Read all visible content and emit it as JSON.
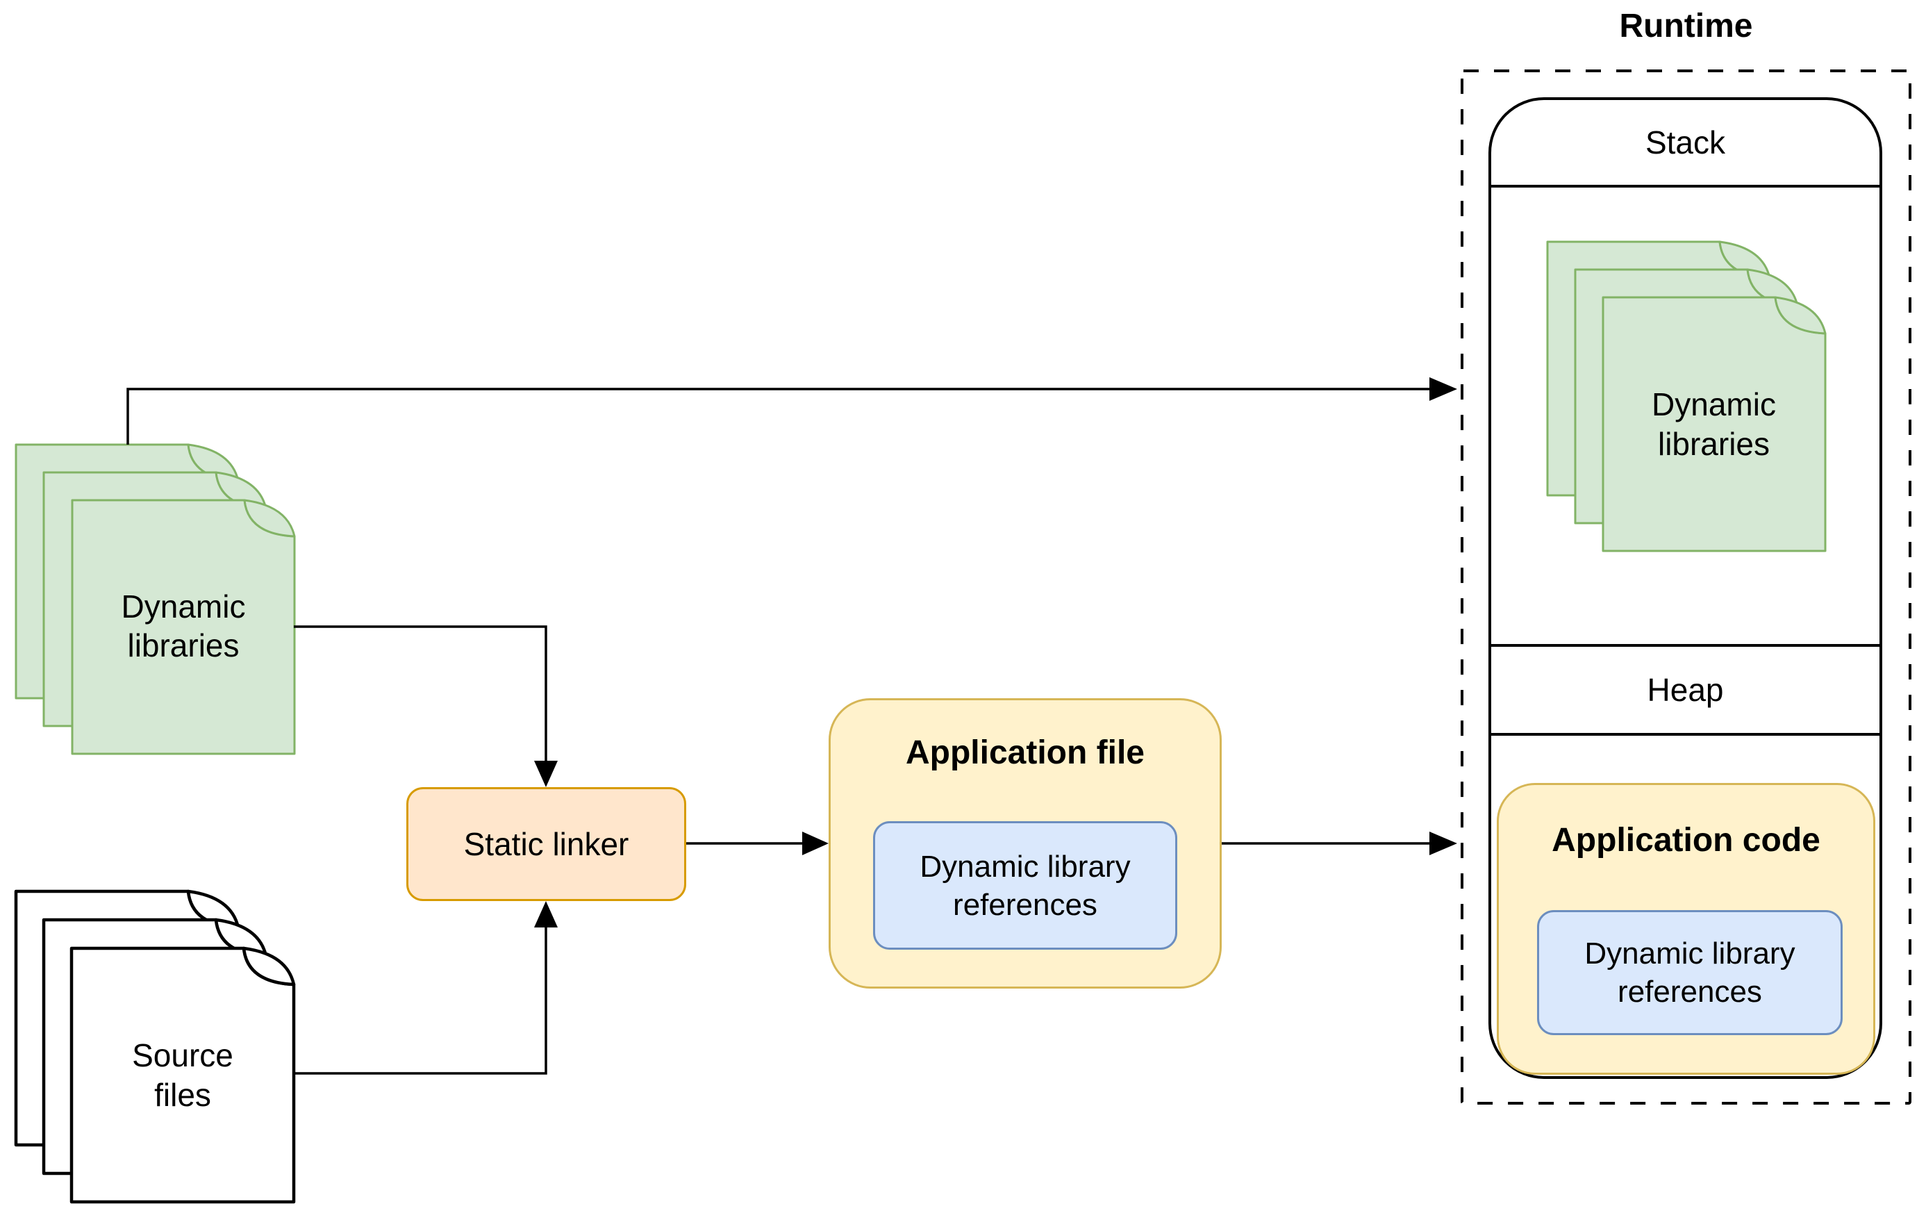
{
  "diagram": {
    "dynamic_libraries_label": "Dynamic libraries",
    "source_files_label": "Source files",
    "static_linker_label": "Static linker",
    "application_file": {
      "title": "Application file",
      "inner_label": "Dynamic library references"
    },
    "runtime": {
      "title": "Runtime",
      "stack_label": "Stack",
      "heap_label": "Heap",
      "dynamic_libraries_label": "Dynamic libraries",
      "application_code": {
        "title": "Application code",
        "inner_label": "Dynamic library references"
      }
    },
    "icons": {
      "document_stack_green": "stacked-documents-icon",
      "document_stack_white": "stacked-documents-icon",
      "arrow": "arrow-right-icon"
    },
    "colors": {
      "green_fill": "#D5E8D4",
      "green_stroke": "#82B366",
      "doc_white_fill": "#FFFFFF",
      "doc_white_stroke": "#000000",
      "orange_fill": "#FFE6CC",
      "orange_stroke": "#D79B00",
      "yellow_fill": "#FFF2CC",
      "yellow_stroke": "#D6B656",
      "blue_fill": "#DAE8FC",
      "blue_stroke": "#6C8EBF",
      "line_color": "#000000"
    }
  }
}
